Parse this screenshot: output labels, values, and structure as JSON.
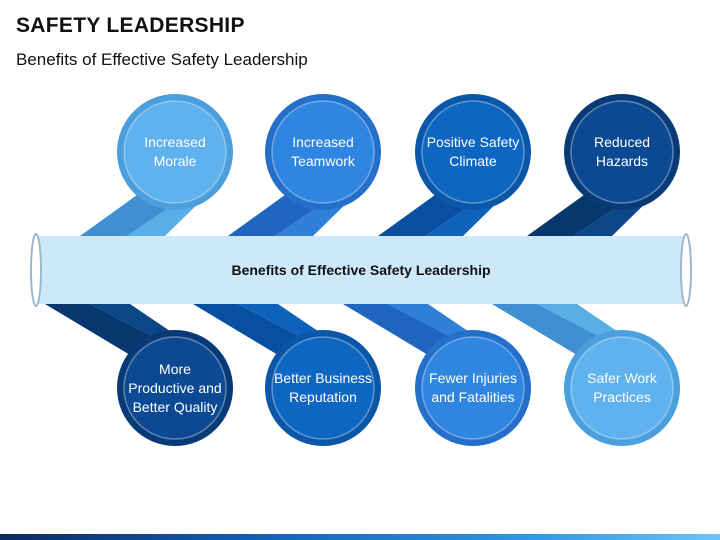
{
  "header": {
    "title": "SAFETY LEADERSHIP",
    "subtitle": "Benefits of Effective Safety Leadership"
  },
  "banner": {
    "label": "Benefits of Effective Safety Leadership"
  },
  "top_nodes": [
    {
      "label": "Increased\nMorale",
      "color": "#5fb2ee",
      "ring": "#4a9fdc",
      "arm": "#5aaee8",
      "arm_dark": "#3f8fd1"
    },
    {
      "label": "Increased\nTeamwork",
      "color": "#2f86e0",
      "ring": "#236fca",
      "arm": "#2e80d8",
      "arm_dark": "#2065bf"
    },
    {
      "label": "Positive Safety\nClimate",
      "color": "#0d66c2",
      "ring": "#0a56a8",
      "arm": "#0e62bb",
      "arm_dark": "#094f9f"
    },
    {
      "label": "Reduced\nHazards",
      "color": "#0b4a93",
      "ring": "#083a78",
      "arm": "#0a4688",
      "arm_dark": "#07376c"
    }
  ],
  "bottom_nodes": [
    {
      "label": "More\nProductive and\nBetter Quality",
      "color": "#0b4a93",
      "ring": "#083a78",
      "arm": "#0a4688",
      "arm_dark": "#07376c"
    },
    {
      "label": "Better Business\nReputation",
      "color": "#0d66c2",
      "ring": "#0a56a8",
      "arm": "#0e62bb",
      "arm_dark": "#094f9f"
    },
    {
      "label": "Fewer Injuries\nand Fatalities",
      "color": "#2f86e0",
      "ring": "#236fca",
      "arm": "#2e80d8",
      "arm_dark": "#2065bf"
    },
    {
      "label": "Safer Work\nPractices",
      "color": "#5fb2ee",
      "ring": "#4a9fdc",
      "arm": "#5aaee8",
      "arm_dark": "#3f8fd1"
    }
  ],
  "colors": {
    "banner_fill": "#cde8fb",
    "banner_edge": "#9fb7cc"
  }
}
